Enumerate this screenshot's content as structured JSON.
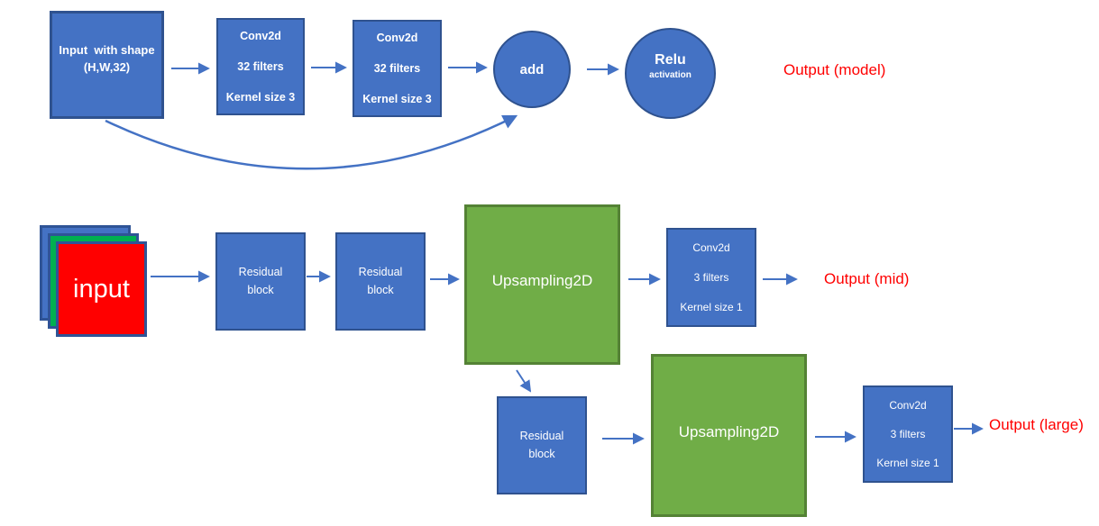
{
  "top_row": {
    "input_shape_box": {
      "lines": [
        "Input  with shape",
        "(H,W,32)"
      ]
    },
    "conv_a": {
      "lines": [
        "Conv2d",
        "32 filters",
        "Kernel size 3"
      ]
    },
    "conv_b": {
      "lines": [
        "Conv2d",
        "32 filters",
        "Kernel size 3"
      ]
    },
    "add_node": {
      "label": "add"
    },
    "relu_node": {
      "label": "Relu",
      "sublabel": "activation"
    },
    "output_label": "Output (model)"
  },
  "bottom_row": {
    "input_stack": {
      "label": "input"
    },
    "residual_block_1": {
      "lines": [
        "Residual",
        "block"
      ]
    },
    "residual_block_2": {
      "lines": [
        "Residual",
        "block"
      ]
    },
    "upsampling_1": {
      "label": "Upsampling2D"
    },
    "conv_mid": {
      "lines": [
        "Conv2d",
        "3 filters",
        "Kernel size 1"
      ]
    },
    "output_mid_label": "Output (mid)",
    "residual_block_3": {
      "lines": [
        "Residual",
        "block"
      ]
    },
    "upsampling_2": {
      "label": "Upsampling2D"
    },
    "conv_large": {
      "lines": [
        "Conv2d",
        "3 filters",
        "Kernel size 1"
      ]
    },
    "output_large_label": "Output (large)"
  },
  "colors": {
    "node_blue": "#4472C4",
    "node_blue_border": "#2F528F",
    "node_green": "#70AD47",
    "node_green_border": "#548235",
    "stack_green": "#00B050",
    "stack_red": "#FF0000",
    "arrow_blue": "#4472C4",
    "output_text_red": "#FF0000"
  }
}
